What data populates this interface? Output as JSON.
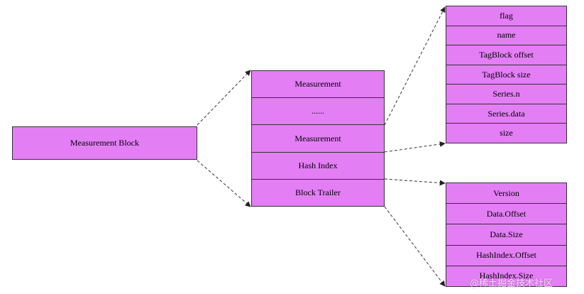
{
  "diagram": {
    "measurement_block": "Measurement Block",
    "main_stack": [
      "Measurement",
      "......",
      "Measurement",
      "Hash Index",
      "Block Trailer"
    ],
    "measurement_fields": [
      "flag",
      "name",
      "TagBlock offset",
      "TagBlock size",
      "Series.n",
      "Series.data",
      "size"
    ],
    "trailer_fields": [
      "Version",
      "Data.Offset",
      "Data.Size",
      "HashIndex.Offset",
      "HashIndex.Size"
    ]
  },
  "watermark": "@稀土掘金技术社区",
  "colors": {
    "box_fill": "#e37ef5",
    "box_border": "#333333",
    "arrow": "#333333"
  }
}
